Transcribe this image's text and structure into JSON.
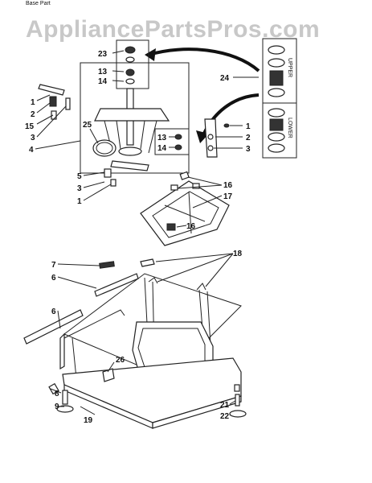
{
  "watermark": "AppliancePartsPros.com",
  "top_fragment": "Base Part",
  "side_labels": {
    "upper": "UPPER",
    "lower": "LOWER"
  },
  "callouts": [
    {
      "id": "c23",
      "text": "23"
    },
    {
      "id": "c13a",
      "text": "13"
    },
    {
      "id": "c14a",
      "text": "14"
    },
    {
      "id": "c24",
      "text": "24"
    },
    {
      "id": "c1a",
      "text": "1"
    },
    {
      "id": "c2a",
      "text": "2"
    },
    {
      "id": "c15",
      "text": "15"
    },
    {
      "id": "c3a",
      "text": "3"
    },
    {
      "id": "c4",
      "text": "4"
    },
    {
      "id": "c25",
      "text": "25"
    },
    {
      "id": "c13b",
      "text": "13"
    },
    {
      "id": "c14b",
      "text": "14"
    },
    {
      "id": "c1b",
      "text": "1"
    },
    {
      "id": "c2b",
      "text": "2"
    },
    {
      "id": "c3b",
      "text": "3"
    },
    {
      "id": "c5",
      "text": "5"
    },
    {
      "id": "c3c",
      "text": "3"
    },
    {
      "id": "c1c",
      "text": "1"
    },
    {
      "id": "c16a",
      "text": "16"
    },
    {
      "id": "c17",
      "text": "17"
    },
    {
      "id": "c16b",
      "text": "16"
    },
    {
      "id": "c18",
      "text": "18"
    },
    {
      "id": "c7",
      "text": "7"
    },
    {
      "id": "c6a",
      "text": "6"
    },
    {
      "id": "c6b",
      "text": "6"
    },
    {
      "id": "c26",
      "text": "26"
    },
    {
      "id": "c8",
      "text": "8"
    },
    {
      "id": "c9",
      "text": "9"
    },
    {
      "id": "c19",
      "text": "19"
    },
    {
      "id": "c21",
      "text": "21"
    },
    {
      "id": "c22",
      "text": "22"
    }
  ]
}
